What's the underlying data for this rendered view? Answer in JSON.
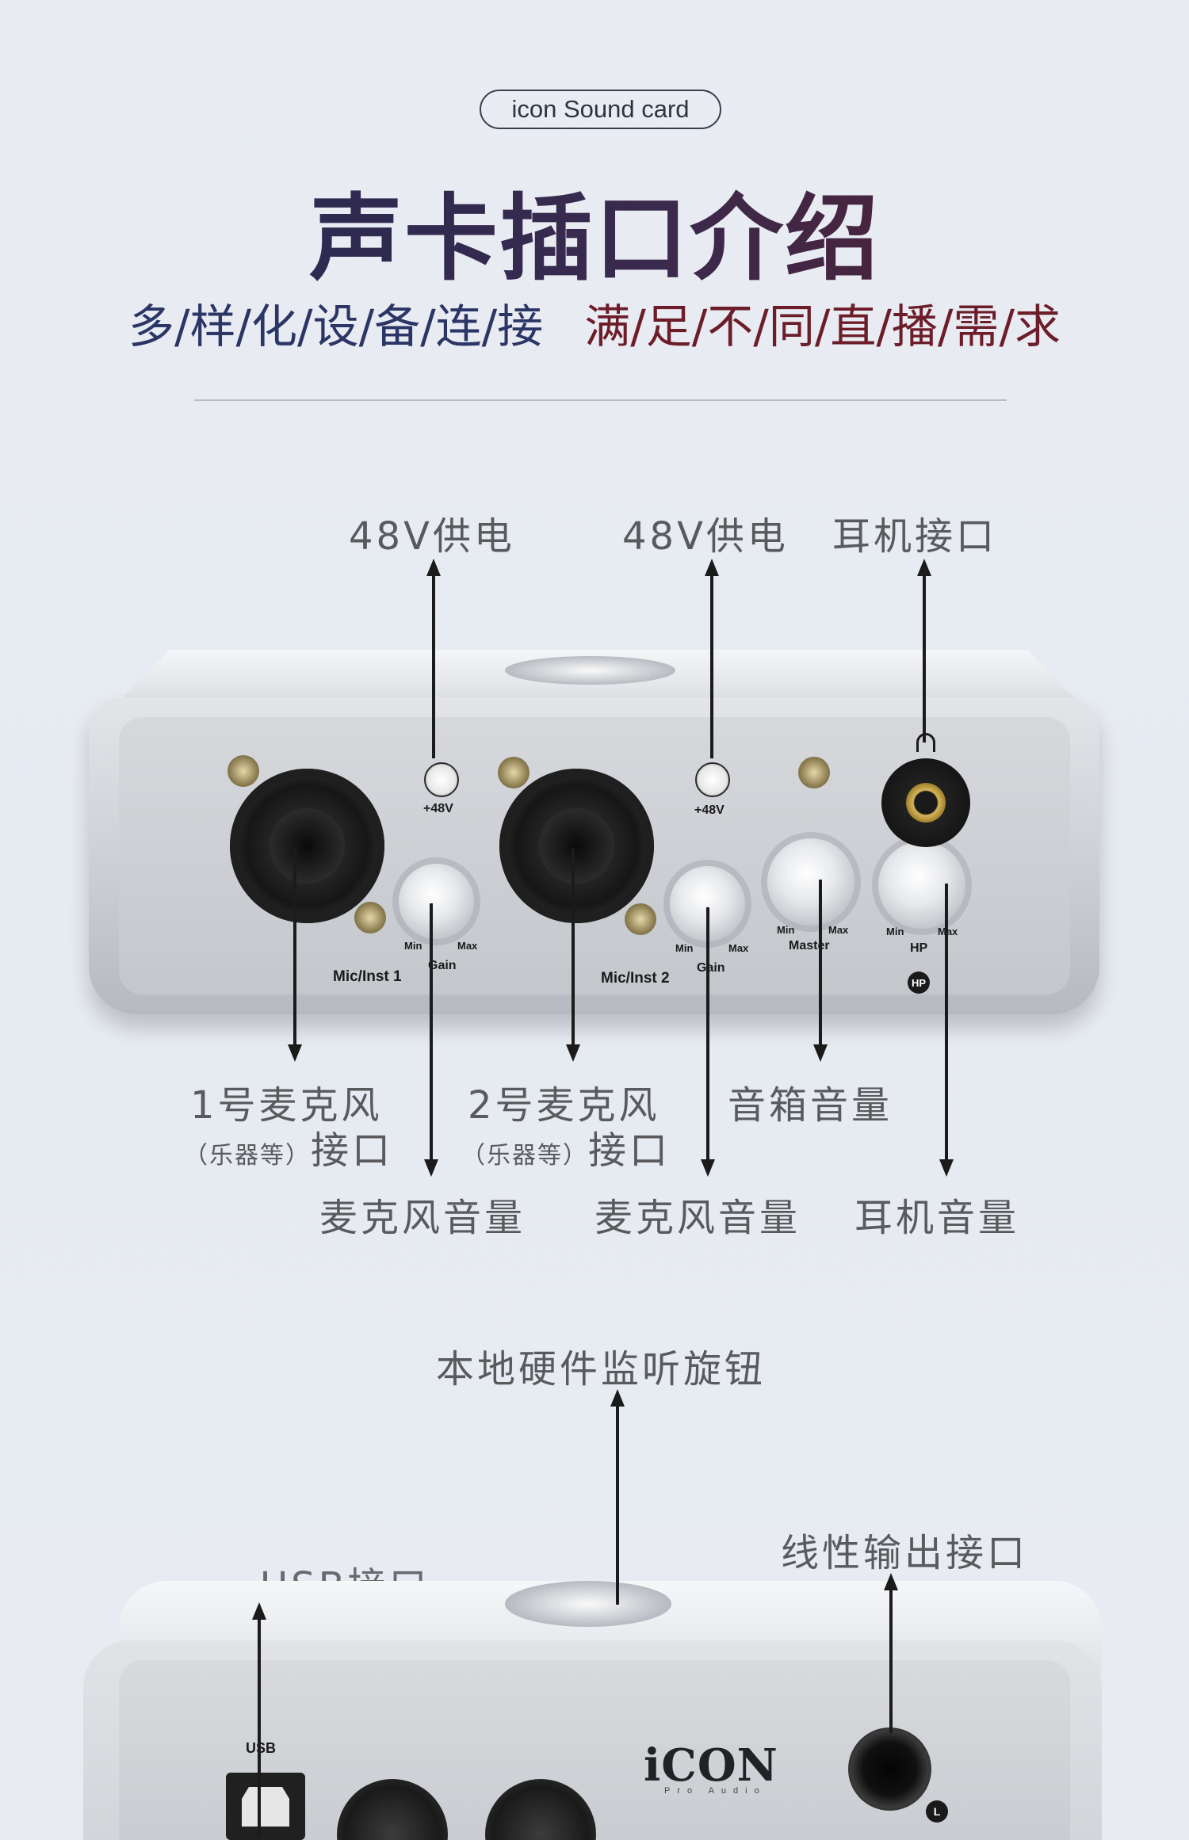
{
  "header": {
    "badge": "icon Sound card",
    "title": "声卡插口介绍",
    "subtitle_left": "多/样/化/设/备/连/接",
    "subtitle_right": "满/足/不/同/直/播/需/求"
  },
  "device1": {
    "labels": {
      "phantom1": "48V供电",
      "phantom2": "48V供电",
      "headphone_jack": "耳机接口",
      "mic1_line1": "1号麦克风",
      "mic1_paren": "（乐器等）",
      "mic1_line2": "接口",
      "mic2_line1": "2号麦克风",
      "mic2_paren": "（乐器等）",
      "mic2_line2": "接口",
      "speaker_volume": "音箱音量",
      "mic_volume1": "麦克风音量",
      "mic_volume2": "麦克风音量",
      "headphone_volume": "耳机音量"
    },
    "panel": {
      "plus48_1": "+48V",
      "plus48_2": "+48V",
      "mic_inst_1": "Mic/Inst 1",
      "mic_inst_2": "Mic/Inst 2",
      "min": "Min",
      "max": "Max",
      "gain": "Gain",
      "master": "Master",
      "hp": "HP",
      "hp_badge": "HP"
    }
  },
  "device2": {
    "labels": {
      "monitor_knob": "本地硬件监听旋钮",
      "line_out": "线性输出接口",
      "usb_port": "USB接口"
    },
    "panel": {
      "usb": "USB",
      "brand": "iCON",
      "brand_sub": "Pro Audio",
      "l_badge": "L"
    }
  }
}
